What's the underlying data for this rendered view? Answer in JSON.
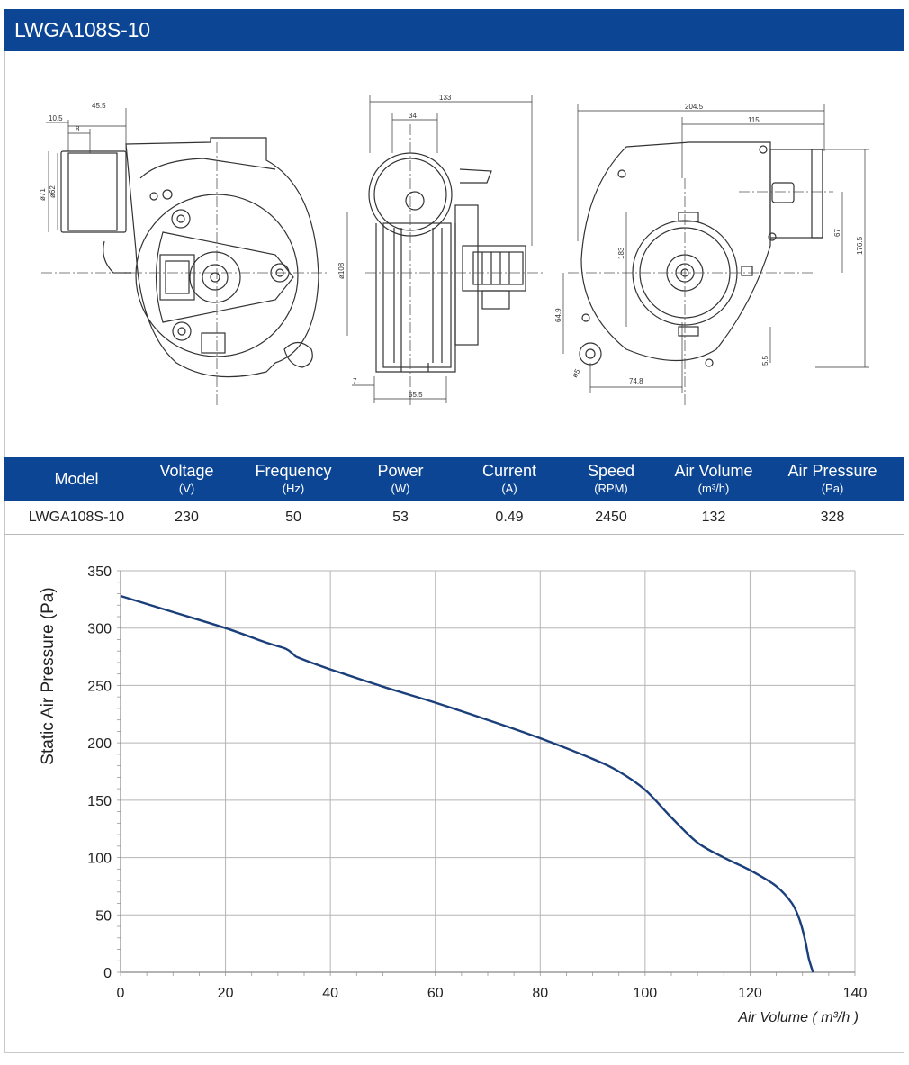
{
  "header": {
    "title": "LWGA108S-10"
  },
  "drawing": {
    "dims": [
      "45.5",
      "10.5",
      "8",
      "ø71",
      "ø62",
      "133",
      "34",
      "ø108",
      "7",
      "55.5",
      "204.5",
      "115",
      "183",
      "64.9",
      "67",
      "176.5",
      "5.5",
      "74.8",
      "ø5"
    ]
  },
  "specs": {
    "columns": [
      {
        "label": "Model",
        "unit": ""
      },
      {
        "label": "Voltage",
        "unit": "(V)"
      },
      {
        "label": "Frequency",
        "unit": "(Hz)"
      },
      {
        "label": "Power",
        "unit": "(W)"
      },
      {
        "label": "Current",
        "unit": "(A)"
      },
      {
        "label": "Speed",
        "unit": "(RPM)"
      },
      {
        "label": "Air Volume",
        "unit": "(m³/h)"
      },
      {
        "label": "Air Pressure",
        "unit": "(Pa)"
      }
    ],
    "row": [
      "LWGA108S-10",
      "230",
      "50",
      "53",
      "0.49",
      "2450",
      "132",
      "328"
    ]
  },
  "chart_data": {
    "type": "line",
    "xlabel": "Air Volume ( m³/h )",
    "ylabel": "Static Air Pressure  (Pa)",
    "xlim": [
      0,
      140
    ],
    "ylim": [
      0,
      350
    ],
    "xticks": [
      0,
      20,
      40,
      60,
      80,
      100,
      120,
      140
    ],
    "yticks": [
      0,
      50,
      100,
      150,
      200,
      250,
      300,
      350
    ],
    "grid": true,
    "color": "#1a3f7a",
    "series": [
      {
        "x": [
          0,
          10,
          20,
          28,
          31.5,
          33,
          34,
          40,
          50,
          60,
          70,
          80,
          90,
          95,
          100,
          105,
          110,
          115,
          120,
          125,
          128,
          129.5,
          130.5,
          131.2,
          132
        ],
        "y": [
          328,
          314,
          300,
          287,
          282,
          277,
          274,
          264,
          249,
          235,
          220,
          204,
          186,
          175,
          159,
          135,
          113,
          100,
          89,
          75,
          60,
          45,
          28,
          12,
          0
        ]
      }
    ]
  }
}
